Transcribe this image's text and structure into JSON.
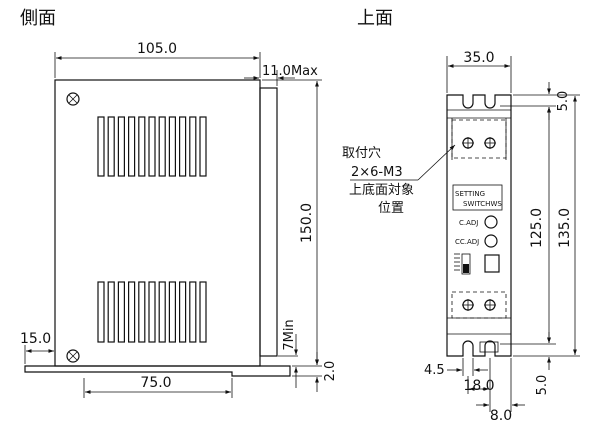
{
  "titles": {
    "side": "側面",
    "top": "上面"
  },
  "side": {
    "width": "105.0",
    "depth_max": "11.0Max",
    "height": "150.0",
    "clearance_min": "7Min",
    "foot_thickness": "2.0",
    "foot_edge": "15.0",
    "foot_span": "75.0"
  },
  "top": {
    "width": "35.0",
    "top_margin": "5.0",
    "hole_pitch": "125.0",
    "overall": "135.0",
    "bottom_margin": "5.0",
    "slot_width": "4.5",
    "slot_span": "18.0",
    "slot_offset": "8.0",
    "note": [
      "取付穴",
      "2×6-M3",
      "上底面対象",
      "位置"
    ],
    "panel": {
      "setting_line1": "SETTING",
      "setting_line2": "SWITCHWS",
      "c_adj": "C.ADJ",
      "cc_adj": "CC.ADJ"
    }
  }
}
